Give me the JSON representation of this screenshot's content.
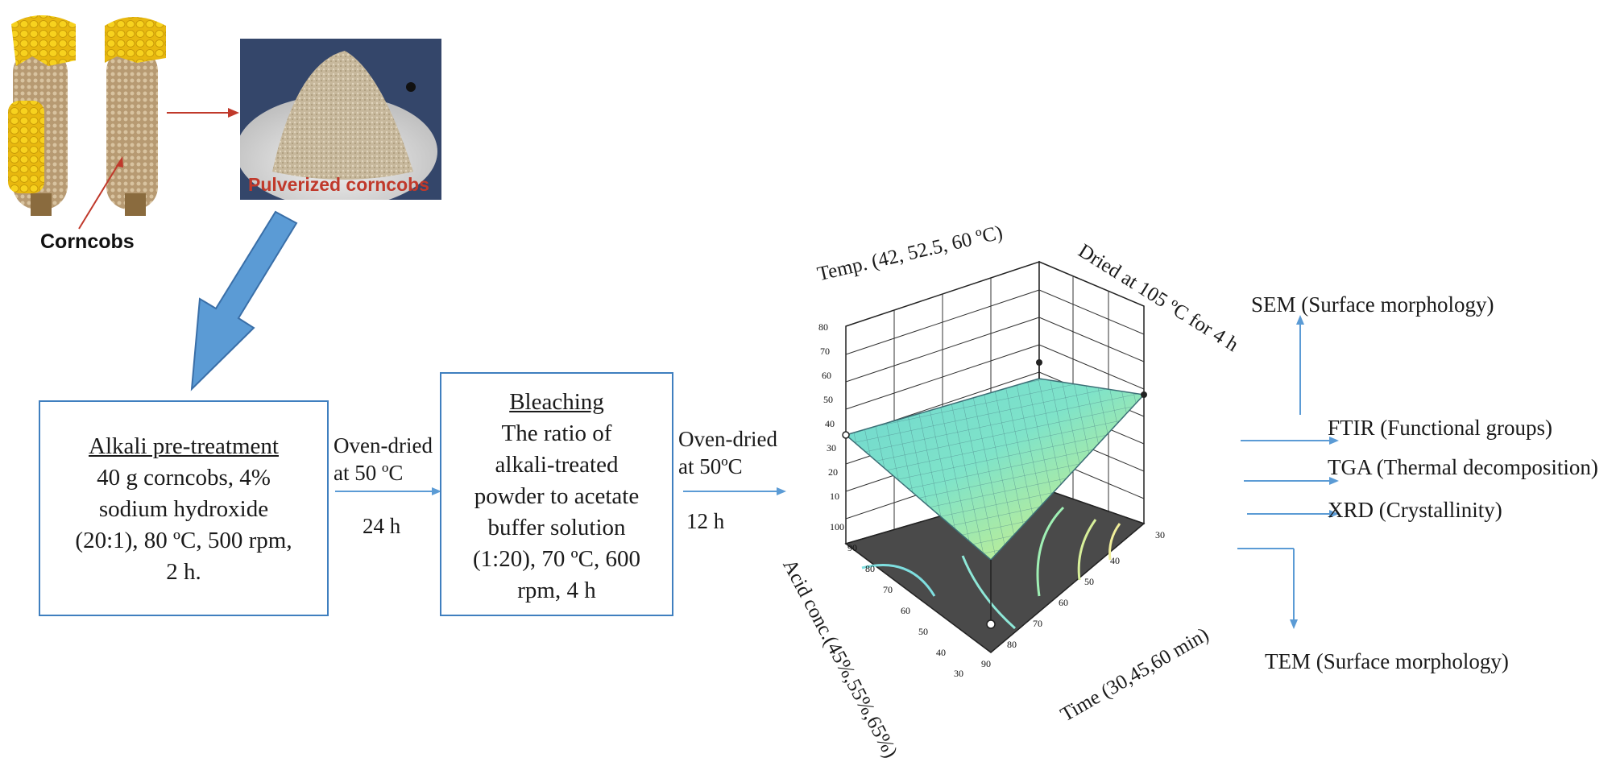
{
  "photos": {
    "corncobs_label": "Corncobs",
    "pulverized_label": "Pulverized corncobs"
  },
  "steps": {
    "alkali": {
      "title": "Alkali pre-treatment",
      "lines": [
        "40 g corncobs, 4%",
        "sodium hydroxide",
        "(20:1), 80 ºC, 500 rpm,",
        "2 h."
      ]
    },
    "dry1": {
      "line1": "Oven-dried",
      "line2": "at 50 ºC",
      "time": "24 h"
    },
    "bleaching": {
      "title": "Bleaching",
      "lines": [
        "The ratio of",
        "alkali-treated",
        "powder to acetate",
        "buffer solution",
        "(1:20), 70 ºC, 600",
        "rpm, 4 h"
      ]
    },
    "dry2": {
      "line1": "Oven-dried",
      "line2": "at 50ºC",
      "time": "12 h"
    }
  },
  "surface_plot": {
    "temp_label": "Temp. (42, 52.5, 60 ºC)",
    "dried_label": "Dried at 105 ºC for 4 h",
    "acid_label": "Acid conc.(45%,55%,65%)",
    "time_label": "Time (30,45,60  min)",
    "z_ticks": [
      "80",
      "70",
      "60",
      "50",
      "40",
      "30",
      "20",
      "10"
    ],
    "acid_ticks": [
      "100",
      "90",
      "80",
      "70",
      "60",
      "50",
      "40",
      "30"
    ],
    "time_ticks": [
      "90",
      "80",
      "70",
      "60",
      "50",
      "40",
      "30"
    ]
  },
  "characterization": {
    "sem": "SEM (Surface morphology)",
    "ftir": "FTIR (Functional groups)",
    "tga": "TGA (Thermal decomposition)",
    "xrd": "XRD (Crystallinity)",
    "tem": "TEM (Surface morphology)"
  },
  "colors": {
    "arrow_blue": "#5b9bd5",
    "box_border": "#3f7fbf",
    "photo_arrow": "#c0392b",
    "pulverized_text": "#c0392b"
  }
}
